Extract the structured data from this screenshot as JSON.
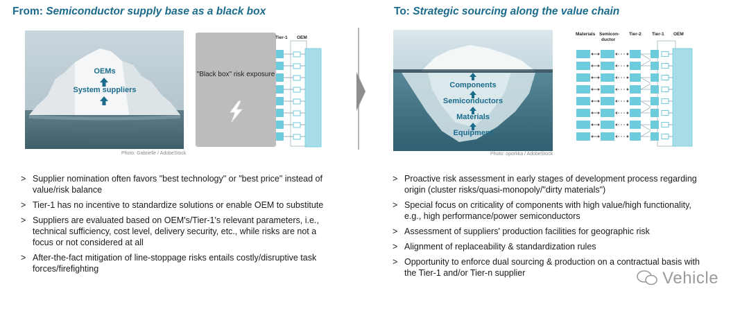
{
  "left": {
    "heading_prefix": "From: ",
    "heading_title": "Semiconductor supply base as a black box",
    "iceberg_labels": [
      "OEMs",
      "System suppliers"
    ],
    "photo_credit": "Photo: Gabrielle / AdobeStock",
    "black_box_label": "\"Black box\" risk exposure",
    "chain_headers": [
      "Tier-1",
      "OEM"
    ],
    "bullets": [
      "Supplier nomination often favors \"best technology\" or \"best price\" instead of value/risk balance",
      "Tier-1 has no incentive to standardize solutions or enable OEM to substitute",
      "Suppliers are evaluated based on OEM's/Tier-1's relevant parameters, i.e., technical sufficiency, cost level, delivery security, etc., while risks are not a focus or not considered at all",
      "After-the-fact mitigation of line-stoppage risks entails costly/disruptive task forces/firefighting"
    ]
  },
  "right": {
    "heading_prefix": "To: ",
    "heading_title": "Strategic sourcing along the value chain",
    "iceberg_labels": [
      "Components",
      "Semiconductors",
      "Materials",
      "Equipment"
    ],
    "photo_credit": "Photo: oporkka / AdobeStock",
    "chain_headers": [
      "Materials",
      "Semicon-",
      "ductor",
      "Tier-2",
      "Tier-1",
      "OEM"
    ],
    "bullets": [
      "Proactive risk assessment in early stages of development process regarding origin (cluster risks/quasi-monopoly/\"dirty materials\")",
      "Special focus on criticality of components with high value/high functionality, e.g., high performance/power semiconductors",
      "Assessment of suppliers' production facilities for geographic risk",
      "Alignment of replaceability & standardization rules",
      "Opportunity to enforce dual sourcing & production on a contractual basis with the Tier-1 and/or Tier-n supplier"
    ]
  },
  "watermark": "Vehicle",
  "colors": {
    "accent": "#1b6b8c",
    "chain_box": "#6ccbdc",
    "oem_box": "#a8dde8",
    "black_box": "#bcbcbc"
  }
}
